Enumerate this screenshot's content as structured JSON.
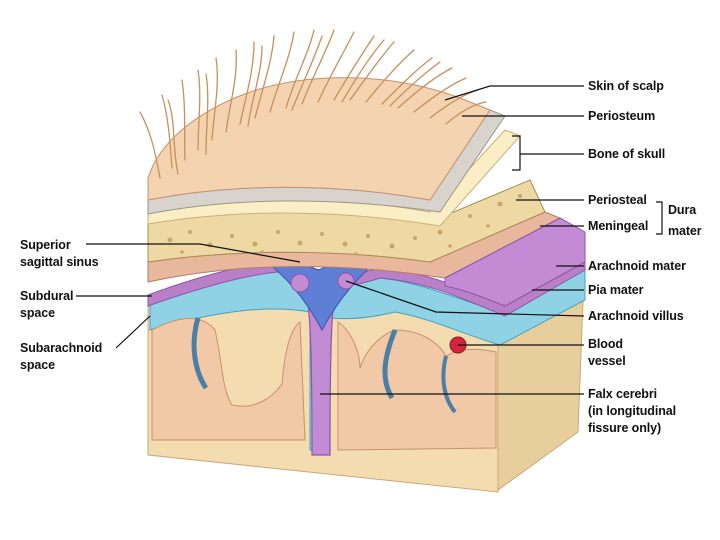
{
  "labels": {
    "skin_of_scalp": "Skin of scalp",
    "periosteum": "Periosteum",
    "bone_of_skull": "Bone of skull",
    "periosteal": "Periosteal",
    "meningeal": "Meningeal",
    "dura_line1": "Dura",
    "dura_line2": "mater",
    "arachnoid_mater": "Arachnoid mater",
    "pia_mater": "Pia mater",
    "arachnoid_villus": "Arachnoid villus",
    "blood_vessel_line1": "Blood",
    "blood_vessel_line2": "vessel",
    "falx_line1": "Falx cerebri",
    "falx_line2": "(in longitudinal",
    "falx_line3": "fissure only)",
    "superior_line1": "Superior",
    "superior_line2": "sagittal sinus",
    "subdural_line1": "Subdural",
    "subdural_line2": "space",
    "subarachnoid_line1": "Subarachnoid",
    "subarachnoid_line2": "space"
  },
  "colors": {
    "skin": "#f3d3b0",
    "hair": "#c98f5c",
    "periosteum": "#d8d4cd",
    "bone_inner": "#fbeec4",
    "bone_spongy": "#eed9a5",
    "dura_periosteal": "#ecbfa2",
    "dura_meningeal": "#e8b79c",
    "arachnoid": "#b980c8",
    "pia": "#c28bd4",
    "subarachnoid": "#8fd2e6",
    "sinus": "#5f7fd6",
    "brain": "#f1c9a6",
    "brain_side": "#e7cf9d",
    "blood": "#d4233b"
  },
  "icons": [
    "hair-strands-icon"
  ]
}
